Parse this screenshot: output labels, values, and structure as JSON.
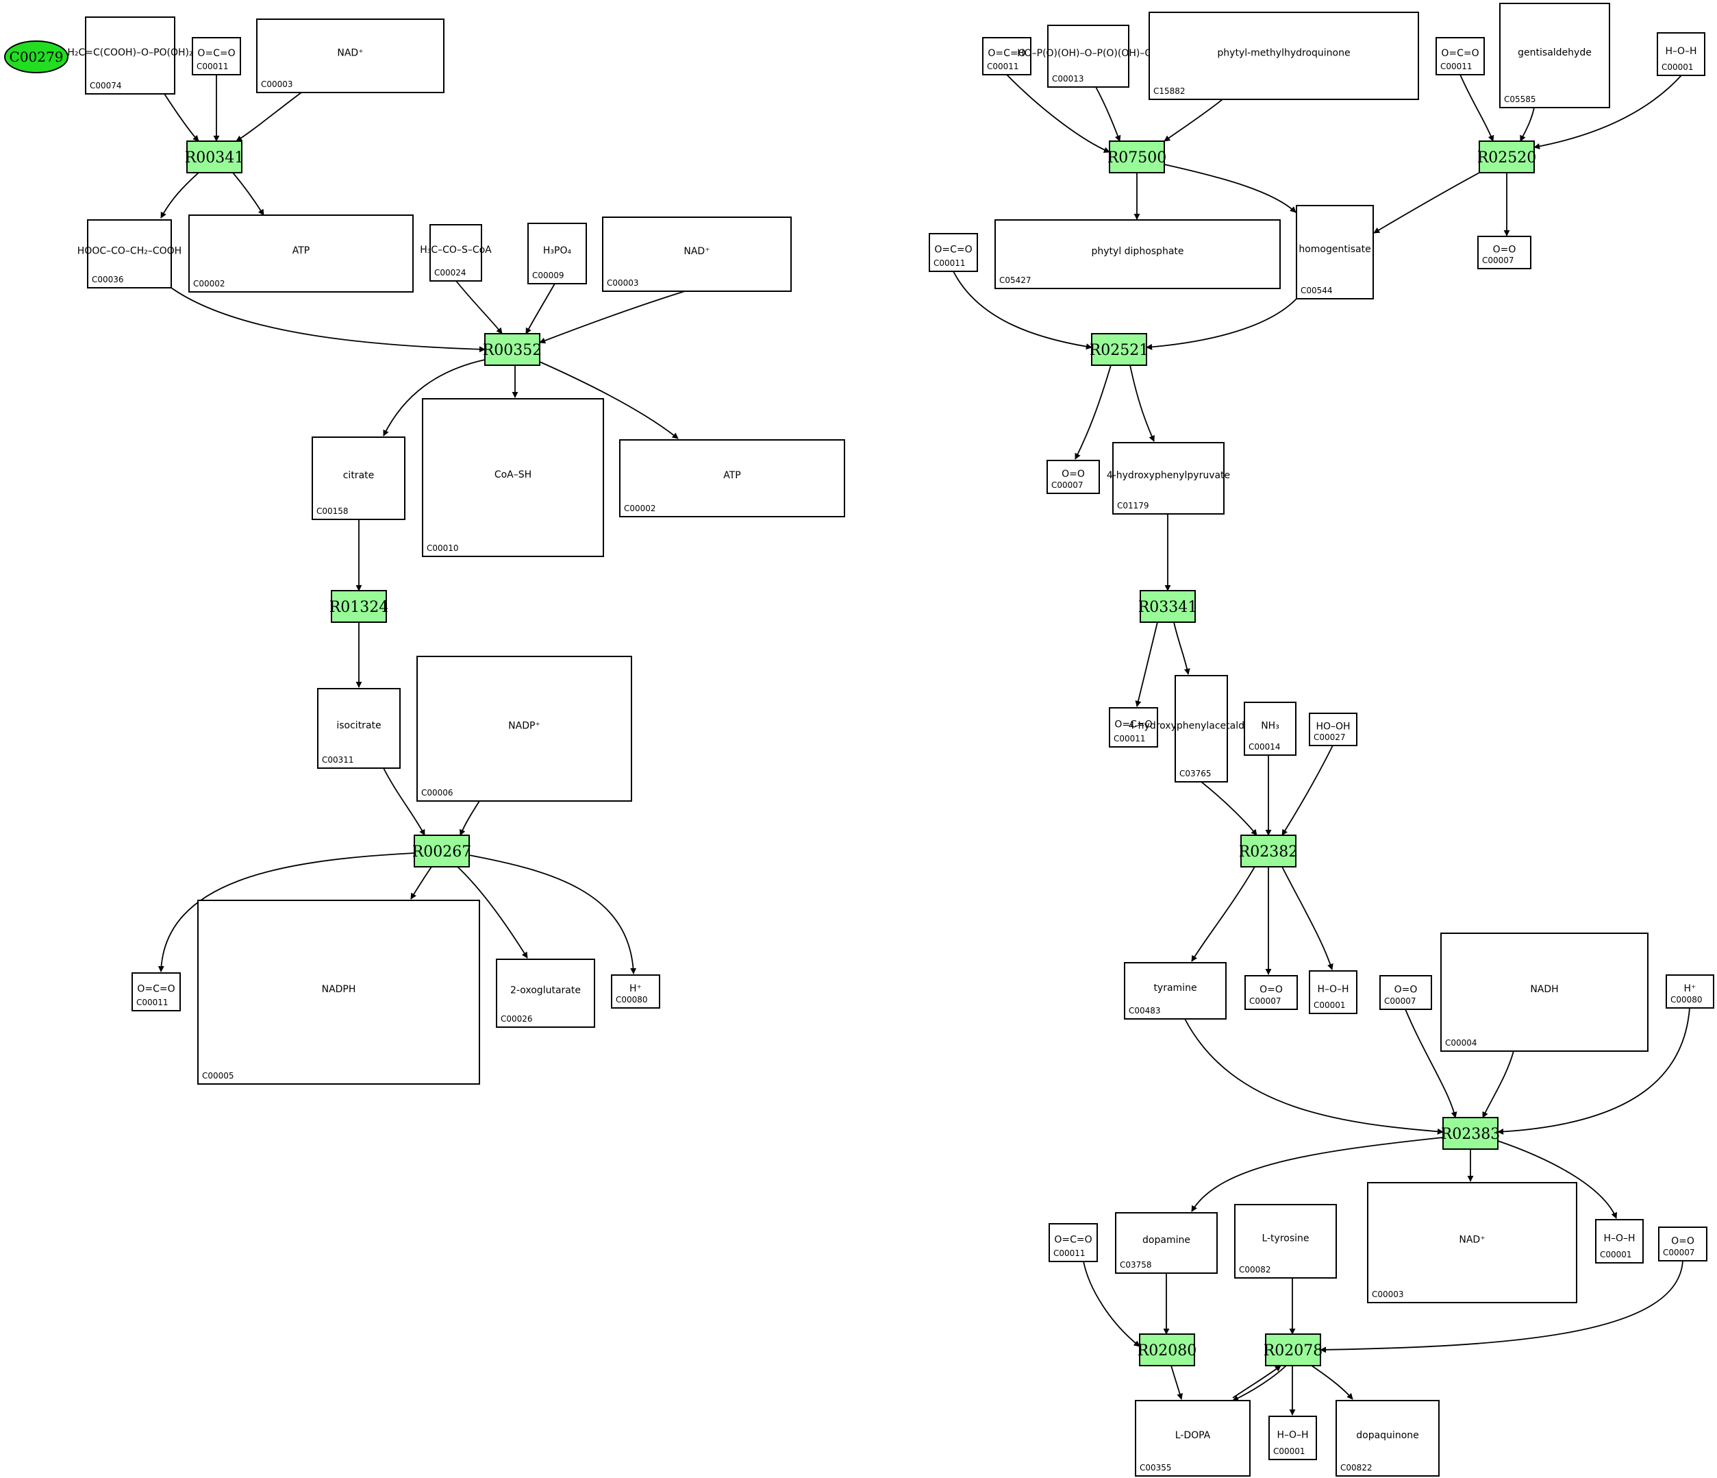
{
  "start_node": "C00279",
  "reactions": [
    "R00341",
    "R00352",
    "R01324",
    "R00267",
    "R07500",
    "R02520",
    "R02521",
    "R03341",
    "R02382",
    "R02383",
    "R02080",
    "R02078"
  ],
  "compounds": [
    {
      "id": "C00074",
      "formula": "H₂C=C(COOH)–O–PO(OH)₂"
    },
    {
      "id": "C00011",
      "formula": "O=C=O"
    },
    {
      "id": "C00003",
      "formula": "NAD⁺"
    },
    {
      "id": "C00036",
      "formula": "HOOC–CO–CH₂–COOH"
    },
    {
      "id": "C00002",
      "formula": "ATP"
    },
    {
      "id": "C00024",
      "formula": "H₃C–CO–S–CoA"
    },
    {
      "id": "C00009",
      "formula": "H₃PO₄"
    },
    {
      "id": "C00158",
      "formula": "citrate"
    },
    {
      "id": "C00010",
      "formula": "CoA–SH"
    },
    {
      "id": "C00311",
      "formula": "isocitrate"
    },
    {
      "id": "C00006",
      "formula": "NADP⁺"
    },
    {
      "id": "C00005",
      "formula": "NADPH"
    },
    {
      "id": "C00026",
      "formula": "2-oxoglutarate"
    },
    {
      "id": "C00080",
      "formula": "H⁺"
    },
    {
      "id": "C00013",
      "formula": "HO–P(O)(OH)–O–P(O)(OH)–OH"
    },
    {
      "id": "C15882",
      "formula": "phytyl-methylhydroquinone"
    },
    {
      "id": "C05585",
      "formula": "gentisaldehyde"
    },
    {
      "id": "C00001",
      "formula": "H–O–H"
    },
    {
      "id": "C05427",
      "formula": "phytyl diphosphate"
    },
    {
      "id": "C00544",
      "formula": "homogentisate"
    },
    {
      "id": "C00007",
      "formula": "O=O"
    },
    {
      "id": "C01179",
      "formula": "4-hydroxyphenylpyruvate"
    },
    {
      "id": "C03765",
      "formula": "4-hydroxyphenylacetaldehyde"
    },
    {
      "id": "C00014",
      "formula": "NH₃"
    },
    {
      "id": "C00027",
      "formula": "HO–OH"
    },
    {
      "id": "C00483",
      "formula": "tyramine"
    },
    {
      "id": "C00004",
      "formula": "NADH"
    },
    {
      "id": "C03758",
      "formula": "dopamine"
    },
    {
      "id": "C00082",
      "formula": "L-tyrosine"
    },
    {
      "id": "C00355",
      "formula": "L-DOPA"
    },
    {
      "id": "C00822",
      "formula": "dopaquinone"
    }
  ]
}
